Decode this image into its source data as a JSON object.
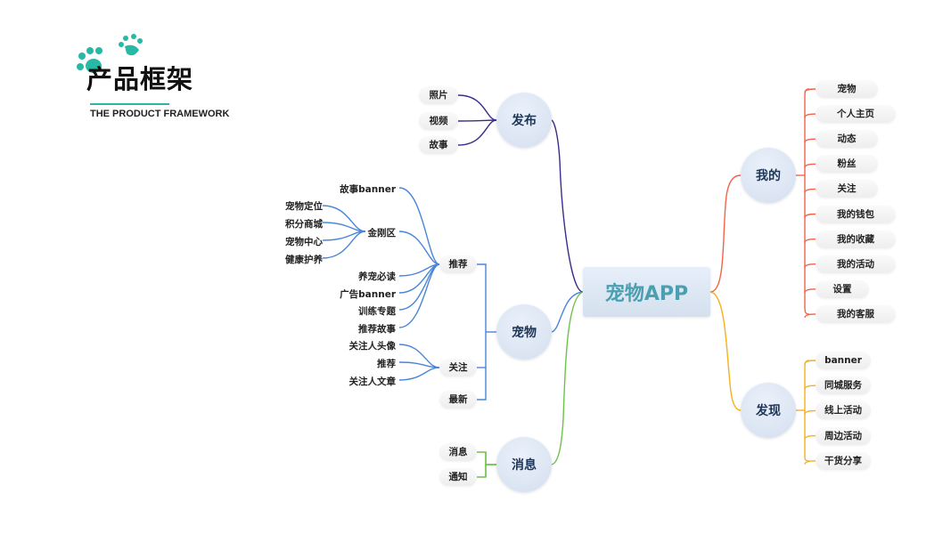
{
  "header": {
    "title": "产品框架",
    "subtitle": "THE PRODUCT FRAMEWORK",
    "logo_icon": "paw-print-icon",
    "accent_color": "#28b9a6"
  },
  "center": {
    "label": "宠物APP"
  },
  "branches": {
    "publish": {
      "label": "发布",
      "color": "#3c2a8c",
      "items": [
        "照片",
        "视频",
        "故事"
      ]
    },
    "pet": {
      "label": "宠物",
      "color": "#4a86d8",
      "recommend": {
        "label": "推荐",
        "story_banner": "故事banner",
        "kingkong": {
          "label": "金刚区",
          "items": [
            "宠物定位",
            "积分商城",
            "宠物中心",
            "健康护养"
          ]
        },
        "items": [
          "养宠必读",
          "广告banner",
          "训练专题",
          "推荐故事"
        ]
      },
      "follow": {
        "label": "关注",
        "items": [
          "关注人头像",
          "推荐",
          "关注人文章"
        ]
      },
      "latest": {
        "label": "最新"
      }
    },
    "message": {
      "label": "消息",
      "color": "#6cc24a",
      "items": [
        "消息",
        "通知"
      ]
    },
    "mine": {
      "label": "我的",
      "color": "#f2634a",
      "items": [
        "宠物",
        "个人主页",
        "动态",
        "粉丝",
        "关注",
        "我的钱包",
        "我的收藏",
        "我的活动",
        "设置",
        "我的客服"
      ]
    },
    "discover": {
      "label": "发现",
      "color": "#f5b21c",
      "items": [
        "banner",
        "同城服务",
        "线上活动",
        "周边活动",
        "干货分享"
      ]
    }
  }
}
